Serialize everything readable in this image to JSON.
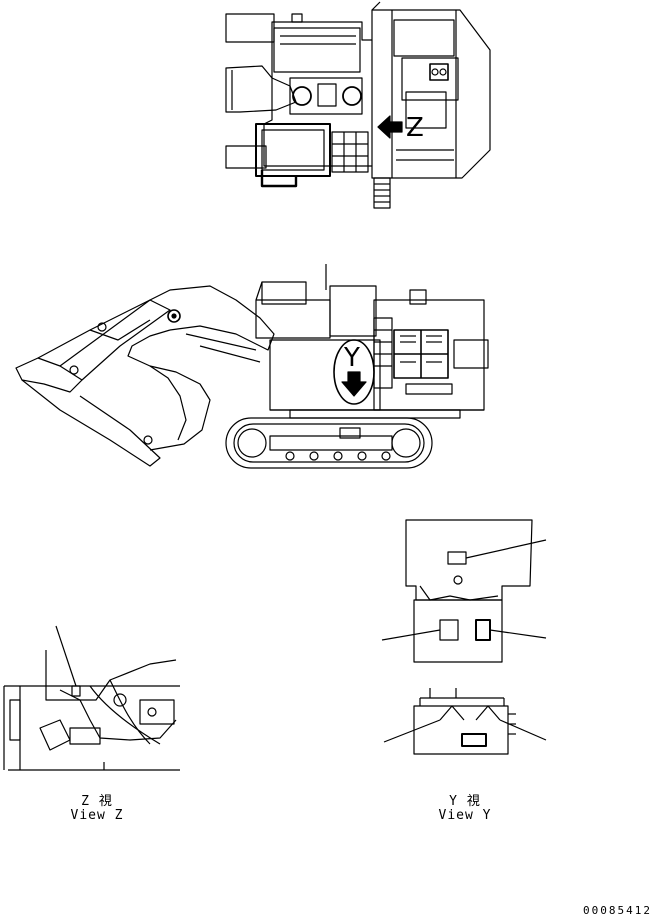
{
  "views": {
    "top": {
      "marker_letter": "Z"
    },
    "side": {
      "marker_letter": "Y"
    }
  },
  "captions": {
    "z": {
      "japanese": "Z 視",
      "english": "View Z"
    },
    "y": {
      "japanese": "Y 視",
      "english": "View Y"
    }
  },
  "drawing_number": "00085412"
}
